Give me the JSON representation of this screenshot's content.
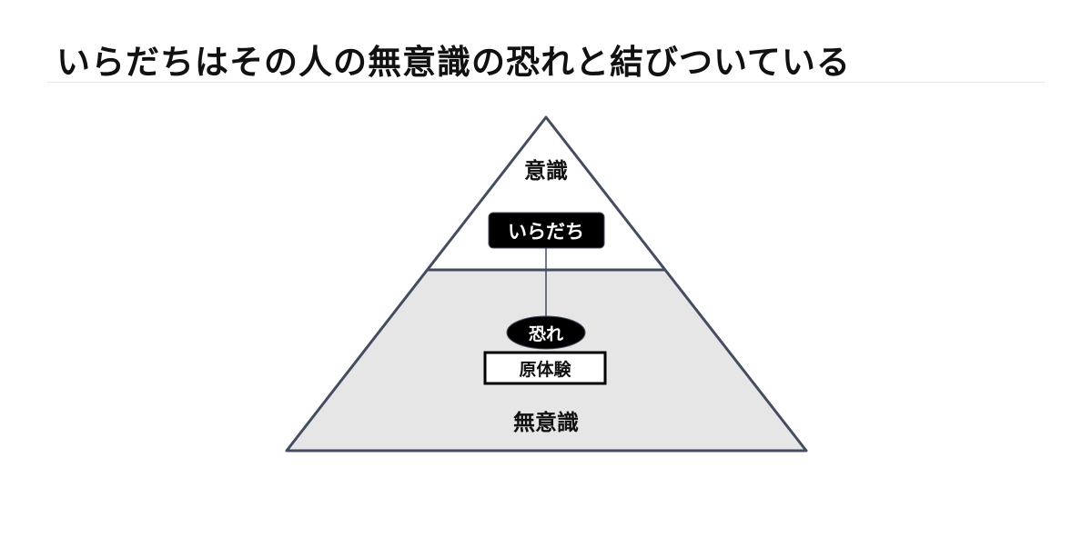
{
  "title": "いらだちはその人の無意識の恐れと結びついている",
  "diagram": {
    "top_label": "意識",
    "irritation_label": "いらだち",
    "fear_label": "恐れ",
    "origin_label": "原体験",
    "bottom_label": "無意識"
  },
  "colors": {
    "stroke": "#444c60",
    "lower_fill": "#e6e6e6",
    "dark": "#000000"
  }
}
